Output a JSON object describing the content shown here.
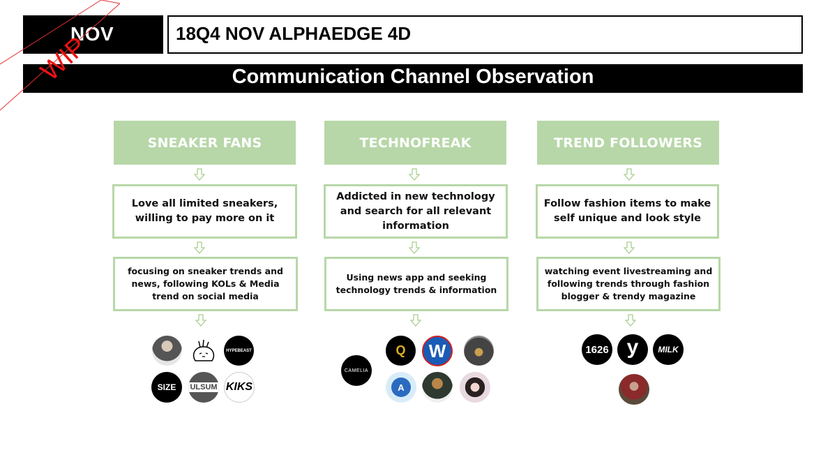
{
  "header": {
    "month": "NOV",
    "title": "18Q4 NOV ALPHAEDGE 4D",
    "section_title": "Communication Channel Observation",
    "watermark": "WIP"
  },
  "colors": {
    "accent_green": "#b7d7a8",
    "black": "#000000",
    "watermark_red": "#ee1111"
  },
  "columns": [
    {
      "title": "SNEAKER FANS",
      "trait": "Love all limited sneakers, willing to pay more on it",
      "behavior": "focusing on sneaker trends and news, following KOLs & Media trend on social media",
      "channels": [
        {
          "name": "kol-photo-man",
          "label": ""
        },
        {
          "name": "cartoon-bunny",
          "label": ""
        },
        {
          "name": "hypebeast",
          "label": "HYPEBEAST"
        },
        {
          "name": "size",
          "label": "SIZE"
        },
        {
          "name": "ulsum",
          "label": "ULSUM"
        },
        {
          "name": "kiks",
          "label": "KIKS"
        }
      ]
    },
    {
      "title": "TECHNOFREAK",
      "trait": "Addicted in new technology and search for all relevant information",
      "behavior": "Using news app and seeking technology trends & information",
      "channels": [
        {
          "name": "camelia",
          "label": "CAMELIA"
        },
        {
          "name": "q-daily",
          "label": "Q"
        },
        {
          "name": "w-weekly",
          "label": "W"
        },
        {
          "name": "masked-avatar",
          "label": ""
        },
        {
          "name": "captain-cartoon",
          "label": "A"
        },
        {
          "name": "anime-character",
          "label": ""
        },
        {
          "name": "girl-photo",
          "label": ""
        }
      ]
    },
    {
      "title": "TREND FOLLOWERS",
      "trait": "Follow fashion items to make self unique and look style",
      "behavior": "watching event livestreaming and following trends through fashion blogger & trendy magazine",
      "channels": [
        {
          "name": "1626-magazine",
          "label": "1626"
        },
        {
          "name": "y-logo",
          "label": "y"
        },
        {
          "name": "milk",
          "label": "MILK"
        },
        {
          "name": "blogger-photo",
          "label": ""
        }
      ]
    }
  ]
}
